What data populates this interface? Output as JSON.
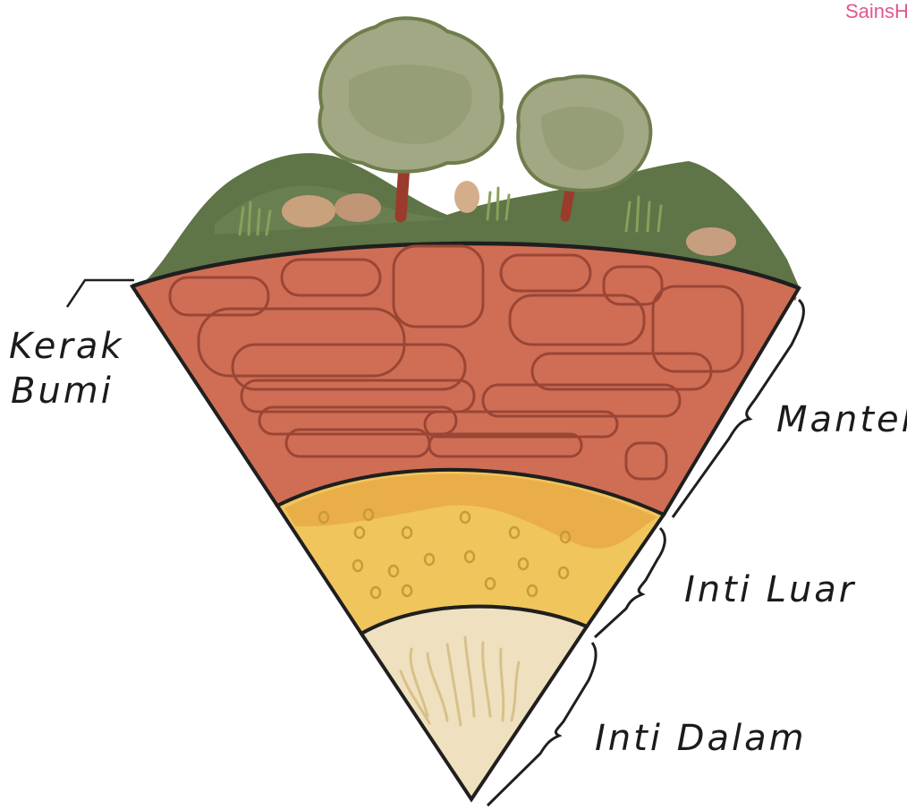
{
  "brand": {
    "text": "SainsH",
    "color": "#e2558f"
  },
  "labels": {
    "crust_line1": "Kerak",
    "crust_line2": "Bumi",
    "mantle": "Mantel",
    "outer_core": "Inti Luar",
    "inner_core": "Inti Dalam"
  },
  "colors": {
    "crust_green": "#5f7447",
    "mantle": "#cf6e55",
    "mantle_lines": "#9b4535",
    "outer_core": "#f0c55c",
    "outer_core_dots": "#c99a38",
    "inner_core": "#efe1bf",
    "inner_core_lines": "#d8c089",
    "tree_foliage": "#a1a883",
    "tree_trunk": "#9b3b2c",
    "outline": "#1f1f1f"
  }
}
